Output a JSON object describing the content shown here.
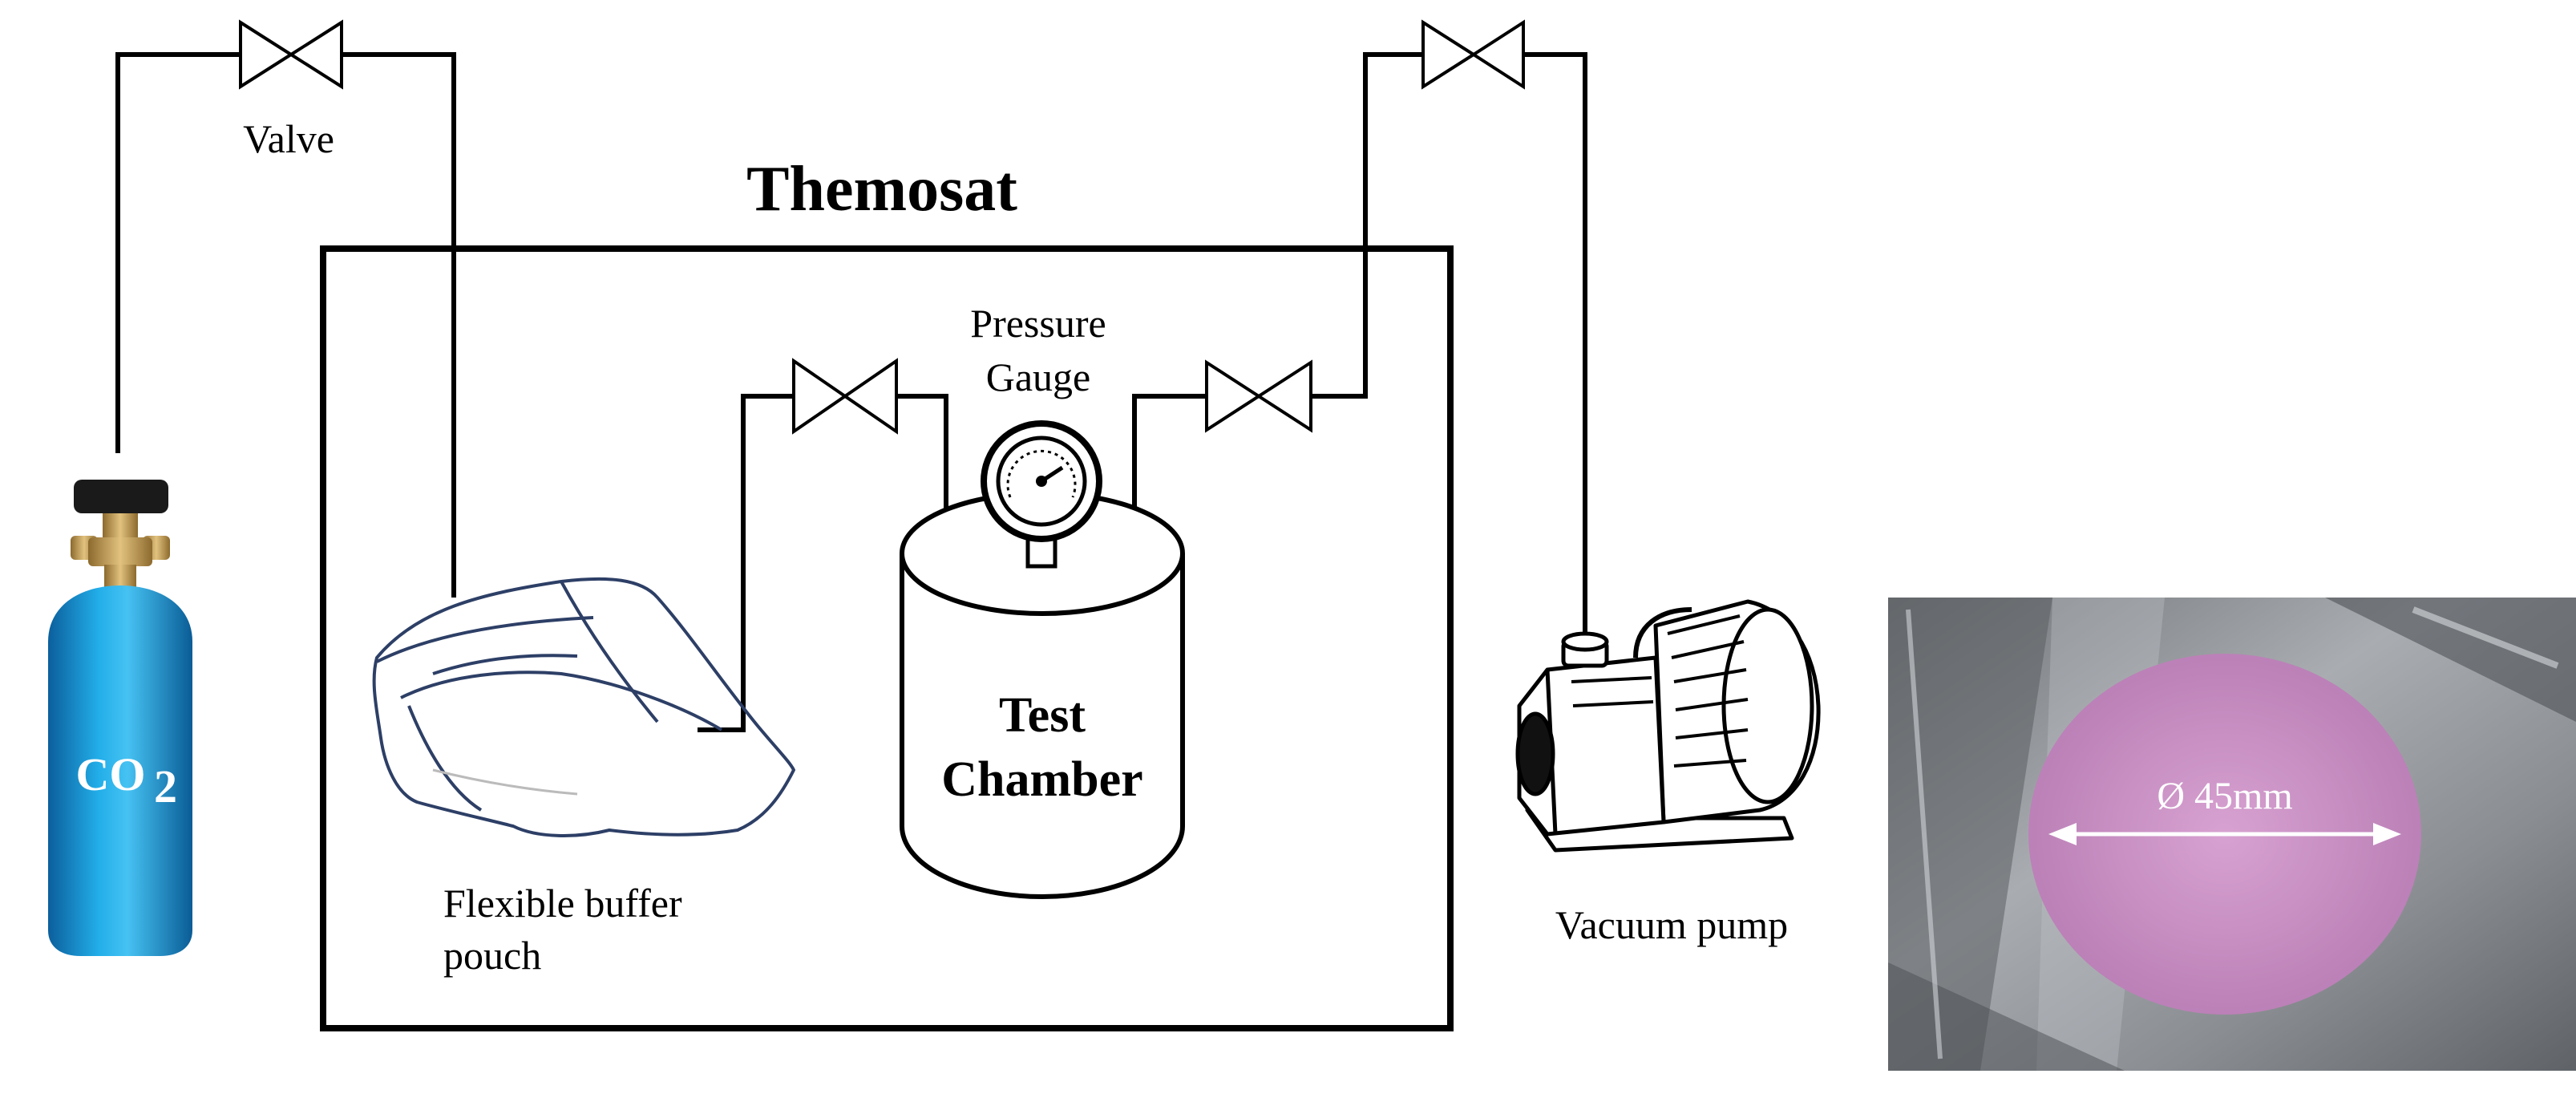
{
  "diagram": {
    "title": "Themosat",
    "labels": {
      "valve": "Valve",
      "pressure_gauge_line1": "Pressure",
      "pressure_gauge_line2": "Gauge",
      "test_chamber_line1": "Test",
      "test_chamber_line2": "Chamber",
      "buffer_pouch_line1": "Flexible buffer",
      "buffer_pouch_line2": "pouch",
      "vacuum_pump": "Vacuum pump",
      "gas_cylinder": "CO",
      "gas_cylinder_subscript": "2"
    },
    "photo": {
      "dimension_label": "Ø 45mm"
    },
    "colors": {
      "line": "#000000",
      "cylinder_blue": "#1a9ad9",
      "cylinder_dark": "#0d6aa8",
      "valve_brass": "#c8a15a",
      "pouch_outline": "#2d3f66",
      "sample_pink": "#c98cc4",
      "photo_metal": "#8f9498"
    },
    "icons": [
      "valve-icon",
      "pressure-gauge-icon",
      "gas-cylinder-icon",
      "vacuum-pump-icon",
      "buffer-pouch-icon"
    ]
  }
}
